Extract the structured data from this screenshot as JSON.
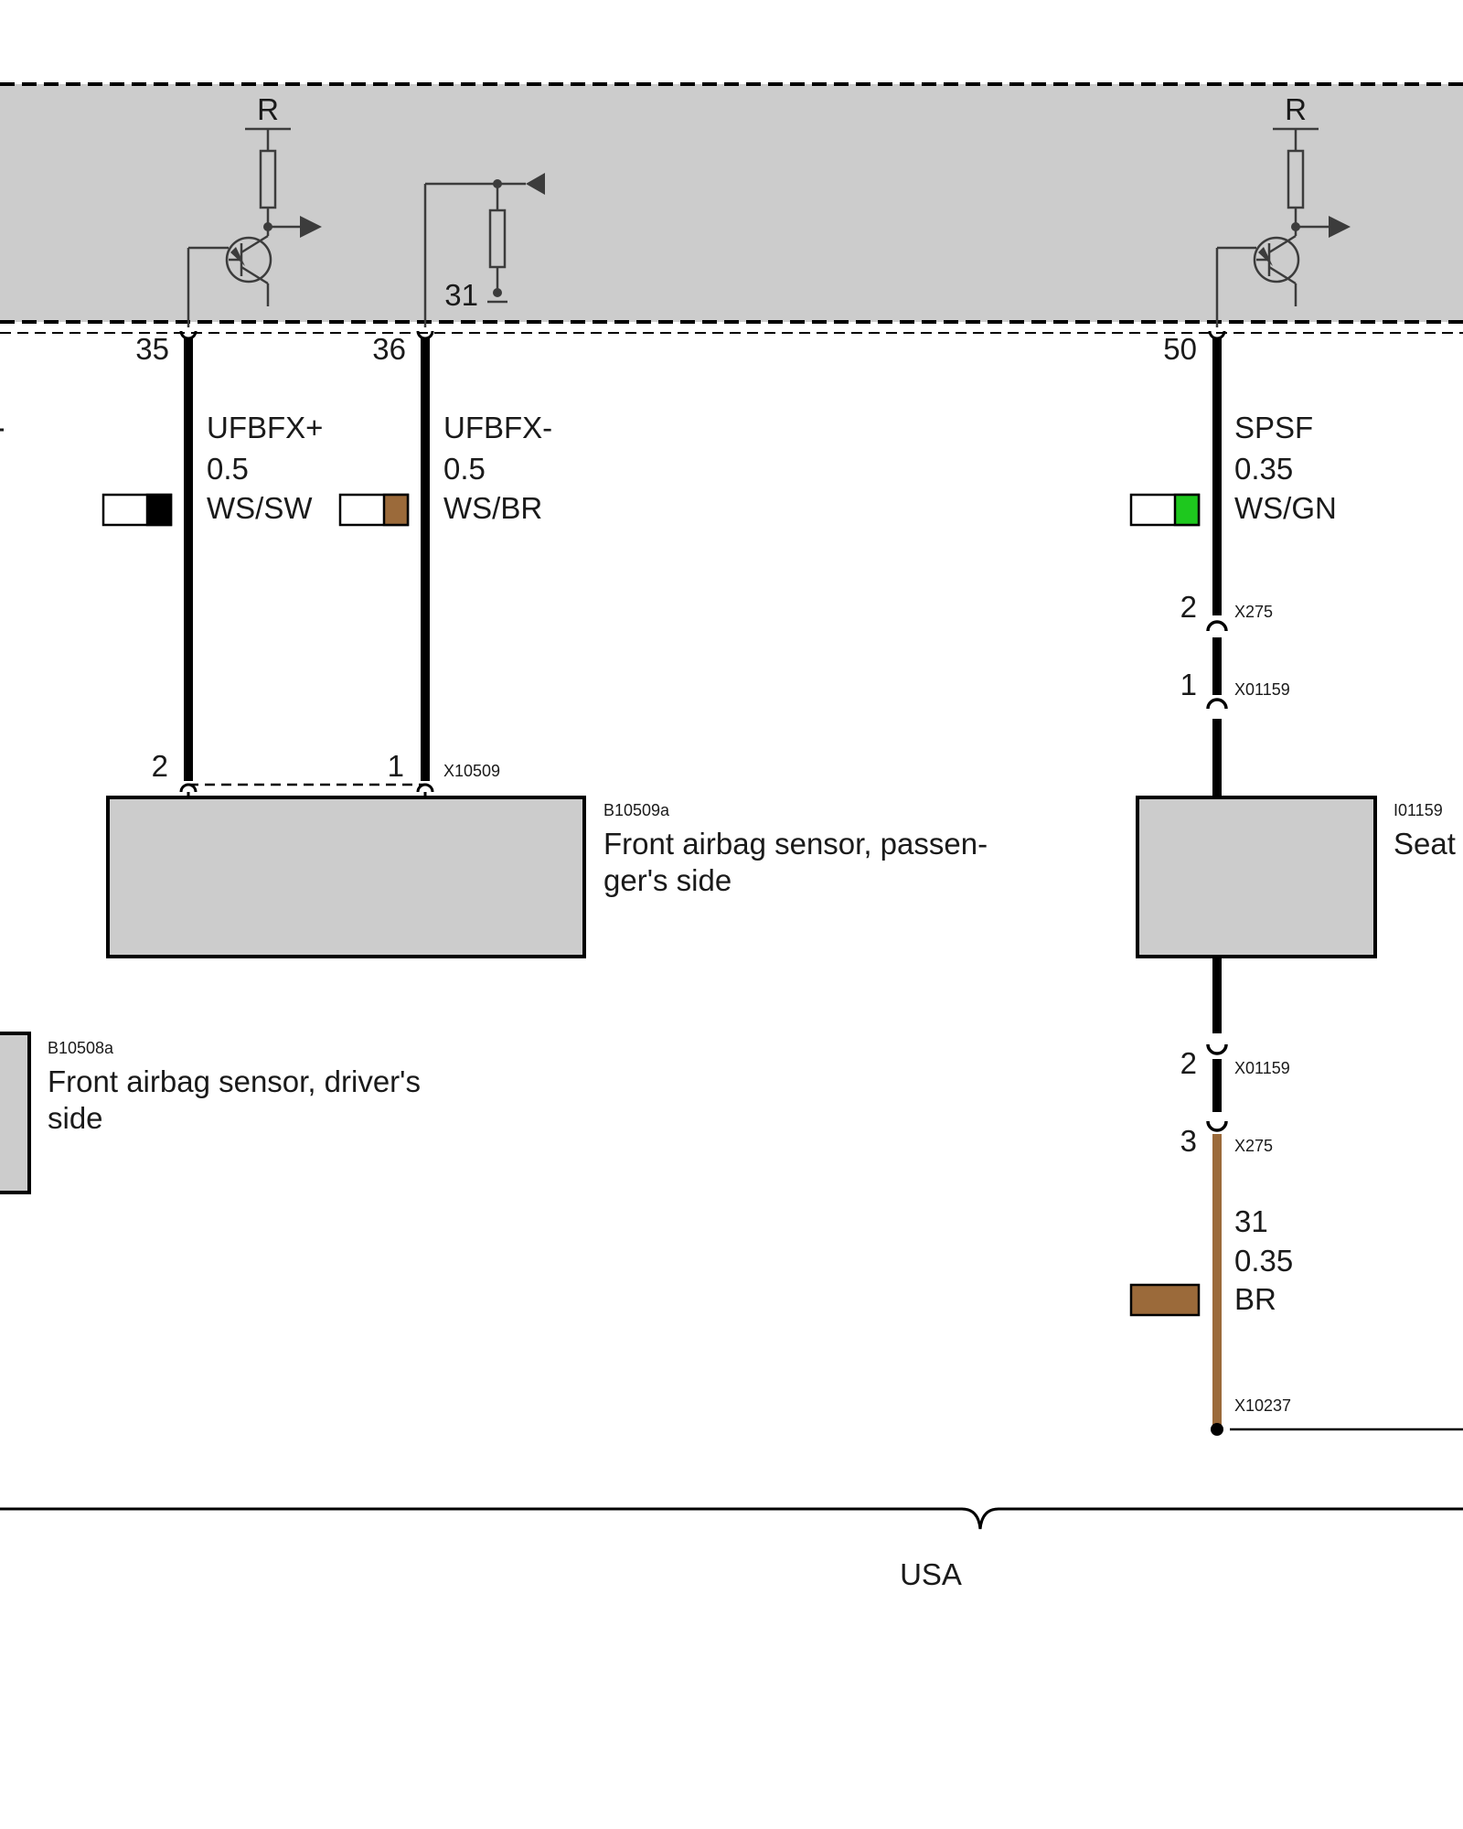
{
  "control_unit": {
    "resistor_label_left": "R",
    "resistor_label_right": "R",
    "ground_label": "31",
    "pins": {
      "p35": "35",
      "p36": "36",
      "p50": "50"
    }
  },
  "wires": {
    "ufbfx_plus": {
      "signal": "UFBFX+",
      "gauge": "0.5",
      "color_code": "WS/SW",
      "base_color": "#ffffff",
      "stripe_color": "#000000"
    },
    "ufbfx_minus": {
      "signal": "UFBFX-",
      "gauge": "0.5",
      "color_code": "WS/BR",
      "base_color": "#ffffff",
      "stripe_color": "#9b6a3a"
    },
    "spsf": {
      "signal": "SPSF",
      "gauge": "0.35",
      "color_code": "WS/GN",
      "base_color": "#ffffff",
      "stripe_color": "#1ec81e"
    },
    "ground": {
      "signal": "31",
      "gauge": "0.35",
      "color_code": "BR",
      "base_color": "#9b6a3a"
    }
  },
  "connectors": {
    "x275_top": {
      "pin": "2",
      "id": "X275"
    },
    "x01159_top": {
      "pin": "1",
      "id": "X01159"
    },
    "x01159_bottom": {
      "pin": "2",
      "id": "X01159"
    },
    "x275_bottom": {
      "pin": "3",
      "id": "X275"
    },
    "x10509": {
      "pin_left": "2",
      "pin_right": "1",
      "id": "X10509"
    },
    "x10237": {
      "id": "X10237"
    }
  },
  "components": {
    "passenger_sensor": {
      "id": "B10509a",
      "name_line1": "Front airbag sensor, passen-",
      "name_line2": "ger's side"
    },
    "driver_sensor": {
      "id": "B10508a",
      "name_line1": "Front airbag sensor, driver's",
      "name_line2": "side"
    },
    "seat": {
      "id": "I01159",
      "name": "Seat"
    }
  },
  "region_label": "USA",
  "colors": {
    "box_fill": "#cccccc",
    "wire": "#000000",
    "brown": "#9b6a3a",
    "green": "#1ec81e"
  }
}
